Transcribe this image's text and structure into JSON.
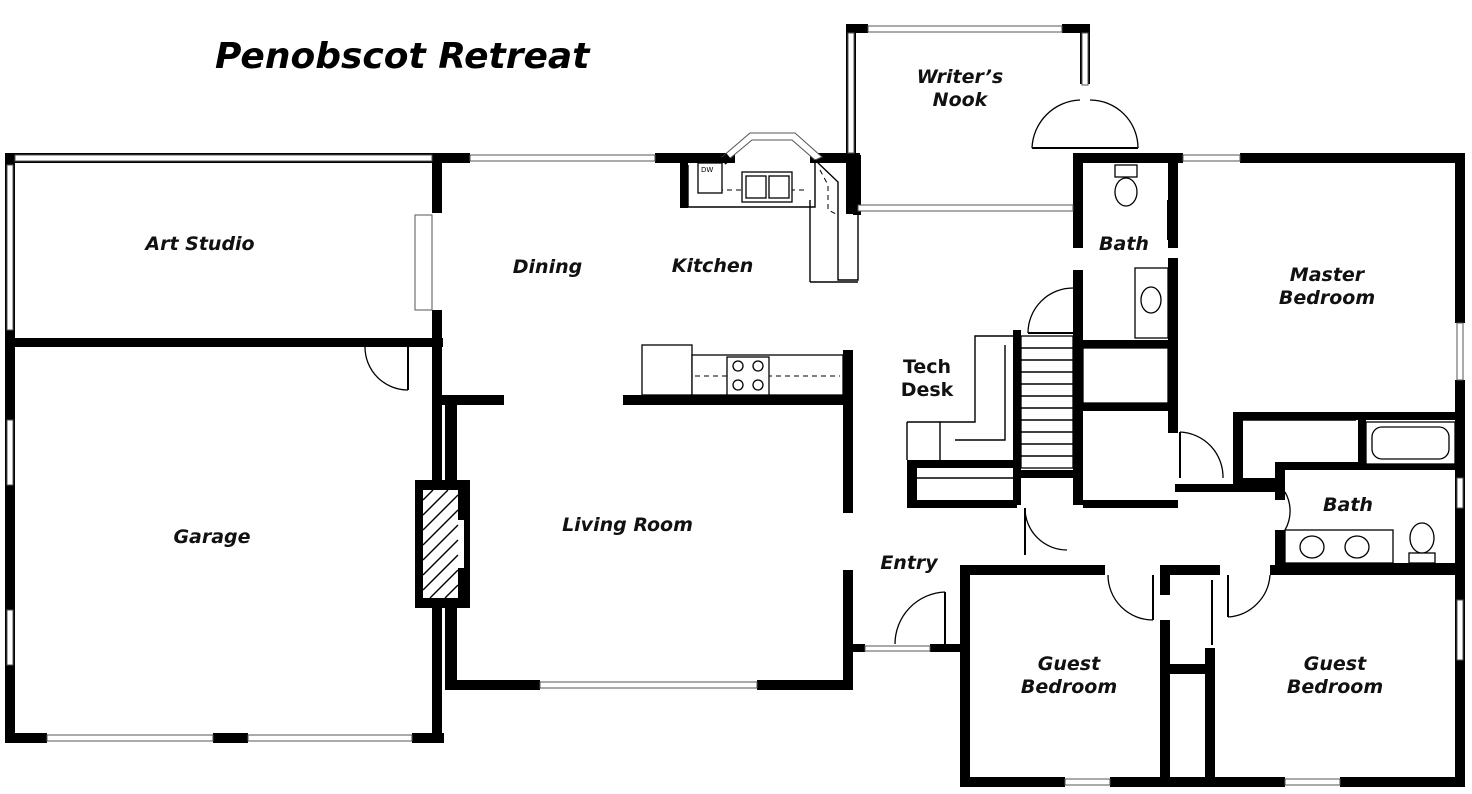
{
  "title": "Penobscot Retreat",
  "rooms": {
    "writers_nook": "Writer’s\nNook",
    "art_studio": "Art Studio",
    "dining": "Dining",
    "kitchen": "Kitchen",
    "bath_upper": "Bath",
    "master_bedroom": "Master\nBedroom",
    "tech_desk": "Tech\nDesk",
    "garage": "Garage",
    "living_room": "Living Room",
    "bath_lower": "Bath",
    "entry": "Entry",
    "guest_bedroom_left": "Guest\nBedroom",
    "guest_bedroom_right": "Guest\nBedroom"
  },
  "appliance_labels": {
    "dishwasher": "DW"
  }
}
